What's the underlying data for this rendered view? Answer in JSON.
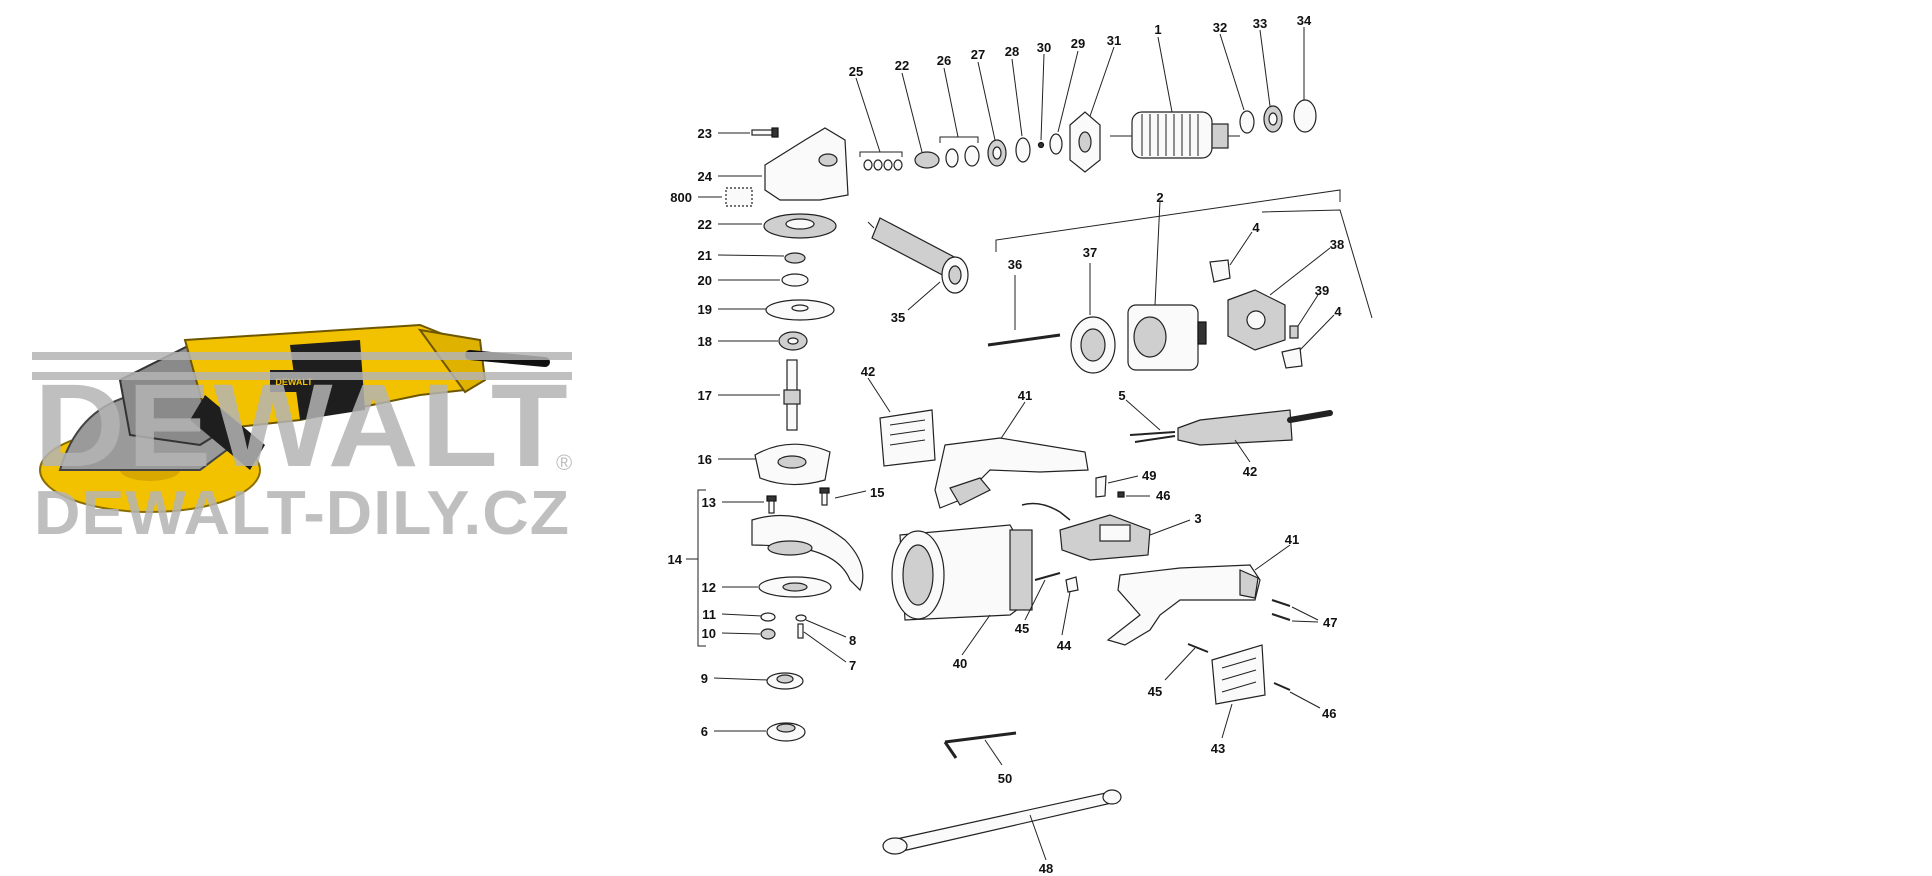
{
  "watermark": {
    "line1": "DEWALT",
    "line2": "DEWALT-DILY.CZ",
    "registered": "®"
  },
  "product_badge": "DEWALT",
  "callouts": [
    "1",
    "2",
    "3",
    "4",
    "4",
    "5",
    "6",
    "7",
    "8",
    "9",
    "10",
    "11",
    "12",
    "13",
    "14",
    "15",
    "16",
    "17",
    "18",
    "19",
    "20",
    "21",
    "22",
    "22",
    "23",
    "24",
    "25",
    "26",
    "27",
    "28",
    "29",
    "30",
    "31",
    "32",
    "33",
    "34",
    "35",
    "36",
    "37",
    "38",
    "39",
    "40",
    "41",
    "41",
    "42",
    "42",
    "43",
    "44",
    "45",
    "45",
    "46",
    "46",
    "47",
    "48",
    "49",
    "50",
    "800"
  ],
  "colors": {
    "tool_yellow": "#f2c200",
    "tool_black": "#1e1e1e",
    "tool_gray": "#8a8a8a",
    "watermark": "#b4b4b4"
  }
}
